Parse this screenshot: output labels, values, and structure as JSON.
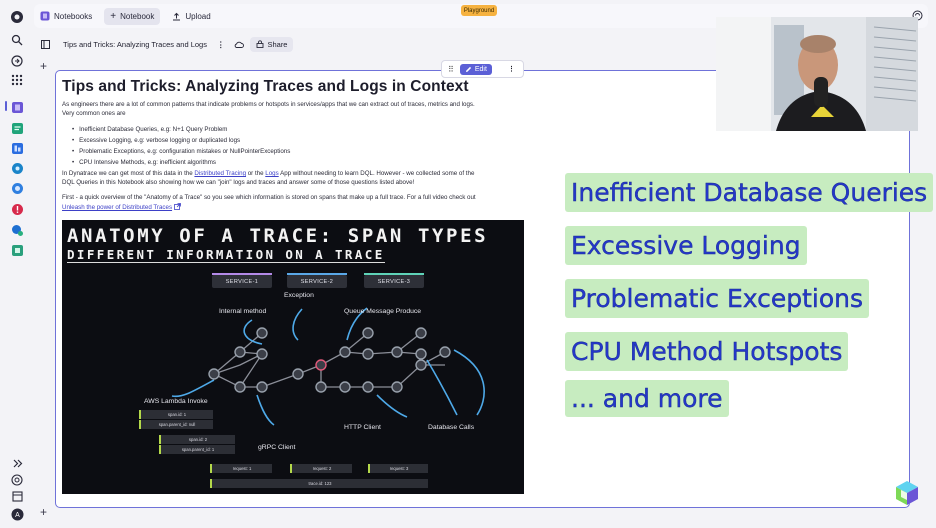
{
  "topbar": {
    "notebooks_label": "Notebooks",
    "new_notebook_label": "Notebook",
    "upload_label": "Upload",
    "playground_badge": "Playground"
  },
  "section_bar": {
    "notebook_title": "Tips and Tricks: Analyzing Traces and Logs",
    "share_label": "Share"
  },
  "toolbar": {
    "edit_label": "Edit"
  },
  "document": {
    "heading": "Tips and Tricks: Analyzing Traces and Logs in Context",
    "intro_line1": "As engineers there are a lot of common patterns that indicate problems or hotspots in services/apps that we can extract out of traces, metrics and logs.",
    "intro_line2": "Very common ones are",
    "bullets": [
      "Inefficient Database Queries, e.g: N+1 Query Problem",
      "Excessive Logging, e.g: verbose logging or duplicated logs",
      "Problematic Exceptions, e.g: configuration mistakes or NullPointerExceptions",
      "CPU Intensive Methods, e.g: inefficient algorithms"
    ],
    "p2_part1": "In Dynatrace we can get most of this data in the ",
    "p2_link1": "Distributed Tracing",
    "p2_part2": " or the ",
    "p2_link2": "Logs",
    "p2_part3": " App without needing to learn DQL. However - we collected some of the",
    "p2_line2": "DQL Queries in this Notebook also showing how we can \"join\" logs and traces and answer some of those questions listed above!",
    "p3_line1": "First - a quick overview of the \"Anatomy of a Trace\" so you see which information is stored on spans that make up a full trace. For a full video check out",
    "p3_link": "Unleash the power of Distributed Traces",
    "p3_link_icon": "external-link-icon"
  },
  "trace_image": {
    "title": "ANATOMY OF A TRACE: SPAN TYPES",
    "subtitle": "DIFFERENT INFORMATION ON A TRACE",
    "services": [
      "SERVICE-1",
      "SERVICE-2",
      "SERVICE-3"
    ],
    "service_colors": [
      "#b48ae8",
      "#5aa8e8",
      "#5fd3b8"
    ],
    "labels": {
      "exception": "Exception",
      "internal_method": "Internal method",
      "queue": "Queue Message Produce",
      "lambda": "AWS Lambda Invoke",
      "grpc": "gRPC Client",
      "http": "HTTP Client",
      "db": "Database Calls"
    },
    "chip_span1_id": "span.id: 1",
    "chip_span1_parent": "span.parent_id: null",
    "chip_span2_id": "span.id: 2",
    "chip_span2_parent": "span.parent_id: 1",
    "requests": [
      "request: 1",
      "request: 2",
      "request: 3"
    ],
    "trace_id": "trace.id: 123"
  },
  "overlay_highlights": [
    "Inefficient Database Queries",
    "Excessive Logging",
    "Problematic Exceptions",
    "CPU Method Hotspots",
    "... and more"
  ],
  "rail_icons": [
    "dynatrace-logo-icon",
    "search-icon",
    "apps-icon",
    "grid-icon",
    "notebooks-app-icon",
    "logs-app-icon",
    "dashboard-icon",
    "settings-icon",
    "clock-icon",
    "alert-icon",
    "globe-icon",
    "extensions-icon",
    "expand-icon",
    "help-icon",
    "window-icon",
    "user-avatar-icon"
  ],
  "colors": {
    "accent": "#5b5fd6",
    "highlight_bg": "#c7ecc0",
    "highlight_text": "#2437c9",
    "playground": "#f6b240"
  }
}
